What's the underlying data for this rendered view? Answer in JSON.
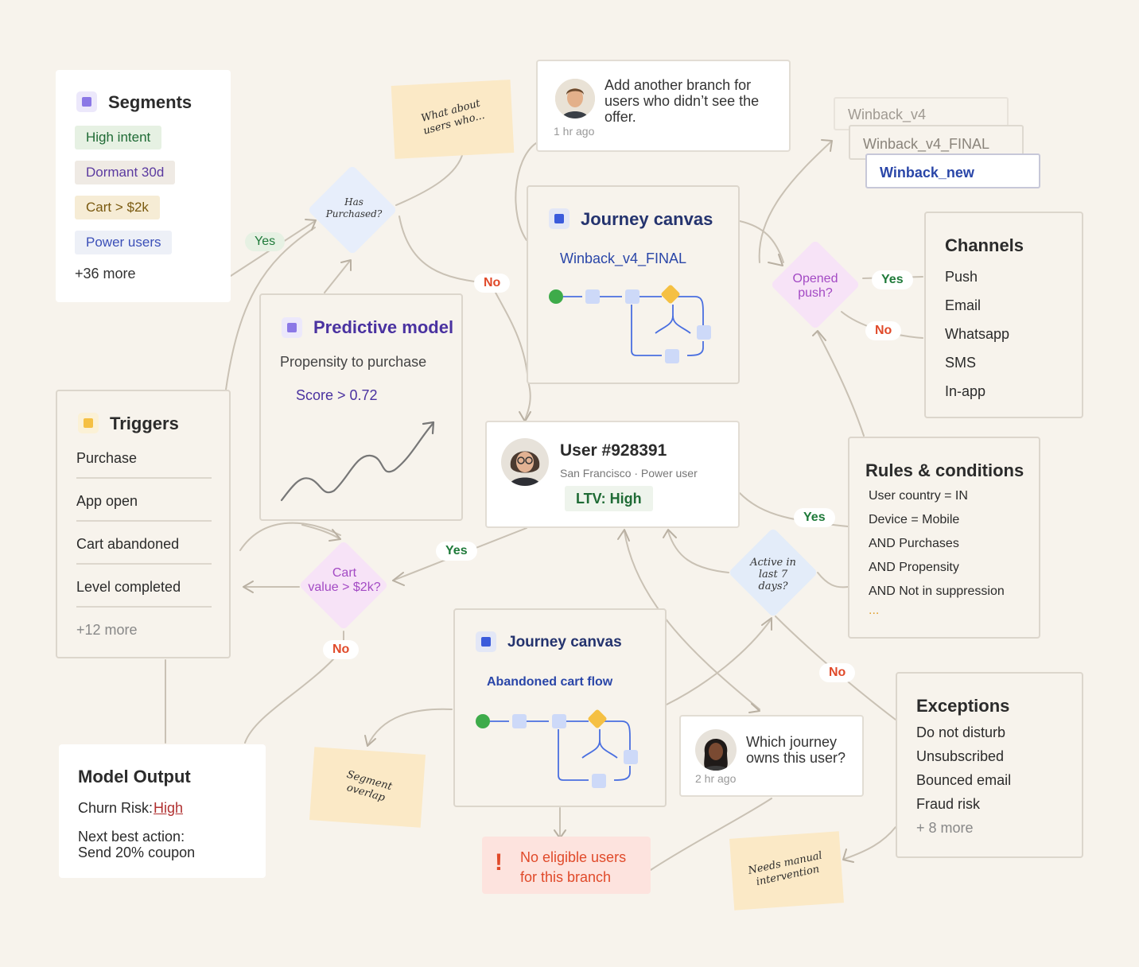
{
  "segments": {
    "title": "Segments",
    "chips": [
      "High intent",
      "Dormant 30d",
      "Cart > $2k",
      "Power users"
    ],
    "more": "+36 more"
  },
  "triggers": {
    "title": "Triggers",
    "items": [
      "Purchase",
      "App open",
      "Cart abandoned",
      "Level completed"
    ],
    "more": "+12 more"
  },
  "model_output": {
    "title": "Model Output",
    "churn_label": "Churn Risk:",
    "churn_value": "High",
    "next_line1": "Next best action:",
    "next_line2": "Send 20% coupon"
  },
  "predictive_model": {
    "title": "Predictive model",
    "subtitle": "Propensity to purchase",
    "score": "Score > 0.72"
  },
  "journey_top": {
    "title": "Journey canvas",
    "subtitle": "Winback_v4_FINAL"
  },
  "journey_bottom": {
    "title": "Journey canvas",
    "subtitle": "Abandoned cart flow"
  },
  "user": {
    "title": "User #928391",
    "meta": "San Francisco · Power user",
    "ltv": "LTV: High"
  },
  "comment_top": {
    "line1": "Add another branch for",
    "line2": "users who didn’t see the",
    "line3": "offer.",
    "time": "1 hr ago"
  },
  "comment_bottom": {
    "line1": "Which journey",
    "line2": "owns this user?",
    "time": "2 hr ago"
  },
  "versions": [
    "Winback_v4",
    "Winback_v4_FINAL",
    "Winback_new"
  ],
  "channels": {
    "title": "Channels",
    "items": [
      "Push",
      "Email",
      "Whatsapp",
      "SMS",
      "In-app"
    ]
  },
  "rules": {
    "title": "Rules & conditions",
    "items": [
      "User country = IN",
      "Device = Mobile",
      "AND Purchases",
      "AND Propensity",
      "AND Not in suppression"
    ],
    "ellipsis": "..."
  },
  "exceptions": {
    "title": "Exceptions",
    "items": [
      "Do not disturb",
      "Unsubscribed",
      "Bounced email",
      "Fraud risk"
    ],
    "more": "+ 8 more"
  },
  "alert": {
    "icon": "!",
    "line1": "No eligible users",
    "line2": "for this branch"
  },
  "decisions": {
    "has_purchased": {
      "line1": "Has",
      "line2": "Purchased?"
    },
    "opened_push": {
      "line1": "Opened",
      "line2": "push?"
    },
    "cart_value": {
      "line1": "Cart",
      "line2": "value > $2k?"
    },
    "active": {
      "line1": "Active in",
      "line2": "last 7",
      "line3": "days?"
    }
  },
  "labels": {
    "yes": "Yes",
    "no": "No"
  },
  "notes": {
    "what_about": {
      "line1": "What about",
      "line2": "users who..."
    },
    "segment_overlap": {
      "line1": "Segment",
      "line2": "overlap"
    },
    "manual": {
      "line1": "Needs manual",
      "line2": "intervention"
    }
  },
  "colors": {
    "background": "#f7f3ec",
    "purple": "#8b78e6",
    "blue": "#3b5bdb",
    "green": "#1f7a3a",
    "red": "#e04a2a",
    "yellow": "#f5c043",
    "sticky": "#fbe9c6"
  }
}
